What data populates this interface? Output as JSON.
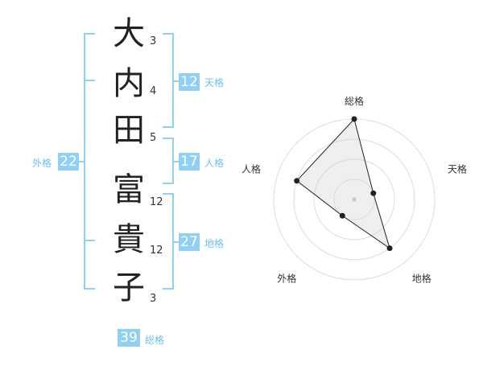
{
  "name_chars": [
    {
      "char": "大",
      "strokes": "3"
    },
    {
      "char": "内",
      "strokes": "4"
    },
    {
      "char": "田",
      "strokes": "5"
    },
    {
      "char": "富",
      "strokes": "12"
    },
    {
      "char": "貴",
      "strokes": "12"
    },
    {
      "char": "子",
      "strokes": "3"
    }
  ],
  "fortunes": {
    "tenkaku": {
      "value": "12",
      "label": "天格"
    },
    "jinkaku": {
      "value": "17",
      "label": "人格"
    },
    "chikaku": {
      "value": "27",
      "label": "地格"
    },
    "gaikaku": {
      "value": "22",
      "label": "外格"
    },
    "soukaku": {
      "value": "39",
      "label": "総格"
    }
  },
  "colors": {
    "accent": "#8fd0f4",
    "label": "#6cc0ee"
  },
  "chart_data": {
    "type": "radar",
    "axes": [
      "総格",
      "天格",
      "地格",
      "外格",
      "人格"
    ],
    "values": [
      4,
      1,
      3,
      1,
      3
    ],
    "range": [
      0,
      4
    ],
    "rings": 4
  }
}
